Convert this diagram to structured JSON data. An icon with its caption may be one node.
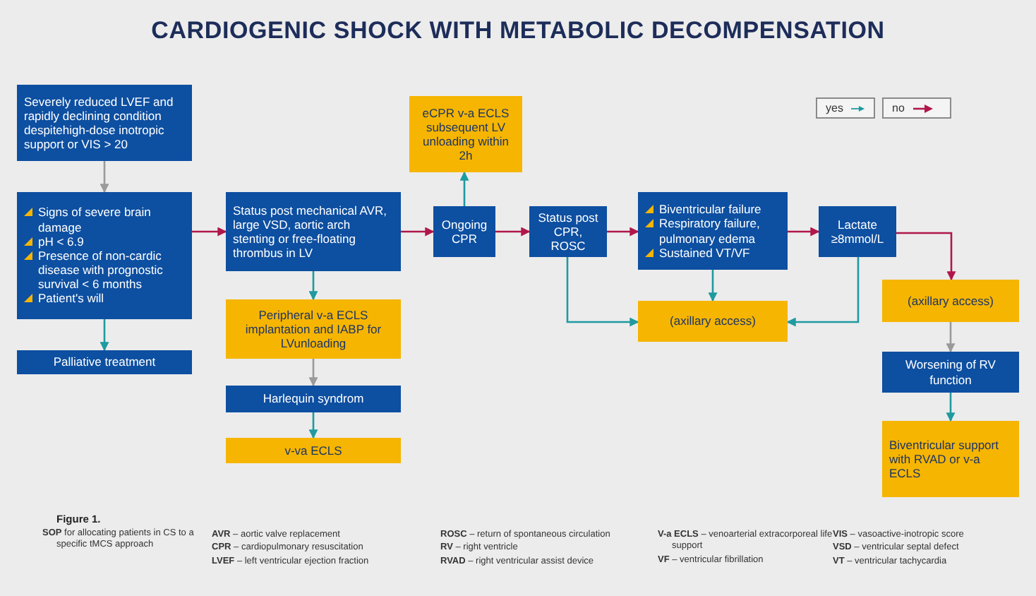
{
  "diagram": {
    "title": "CARDIOGENIC SHOCK WITH METABOLIC DECOMPENSATION",
    "nodes": [
      {
        "text": [
          "Severely reduced LVEF and rapidly declining condition despitehigh-dose inotropic support or VIS > 20"
        ]
      },
      {
        "text": [
          "Signs of severe brain damage",
          "pH < 6.9",
          "Presence of non-cardic disease with prognostic survival < 6 months",
          "Patient's will"
        ]
      },
      {
        "text": [
          "Palliative treatment"
        ]
      },
      {
        "text": [
          "Status post mechanical AVR, large VSD, aortic arch stenting or free-floating thrombus in LV"
        ]
      },
      {
        "text": [
          "Peripheral v-a ECLS implantation and IABP for LVunloading"
        ]
      },
      {
        "text": [
          "Harlequin syndrom"
        ]
      },
      {
        "text": [
          "v-va ECLS"
        ]
      },
      {
        "text": [
          "eCPR v-a ECLS subsequent LV unloading within 2h"
        ]
      },
      {
        "text": [
          "Ongoing CPR"
        ]
      },
      {
        "text": [
          "Status post CPR, ROSC"
        ]
      },
      {
        "text": [
          "Biventricular failure",
          "Respiratory failure, pulmonary edema",
          "Sustained VT/VF"
        ]
      },
      {
        "text": [
          "(axillary access)"
        ]
      },
      {
        "text": [
          "Lactate ≥8mmol/L"
        ]
      },
      {
        "text": [
          "(axillary access)"
        ]
      },
      {
        "text": [
          "Worsening of RV function"
        ]
      },
      {
        "text": [
          "Biventricular support with RVAD or v-a ECLS"
        ]
      }
    ],
    "edges": [
      {
        "from": 0,
        "to": 1,
        "arrow": "to",
        "color": "#9a9a9a"
      },
      {
        "from": 1,
        "to": 3,
        "arrow": "to",
        "color": "#b0174a"
      },
      {
        "from": 1,
        "to": 2,
        "arrow": "to"
      },
      {
        "from": 3,
        "to": 8,
        "arrow": "to",
        "color": "#b0174a"
      },
      {
        "from": 3,
        "to": 4,
        "arrow": "to"
      },
      {
        "from": 4,
        "to": 5,
        "arrow": "to",
        "color": "#9a9a9a"
      },
      {
        "from": 5,
        "to": 6,
        "arrow": "to"
      },
      {
        "from": 8,
        "to": 7,
        "arrow": "to"
      },
      {
        "from": 8,
        "to": 9,
        "arrow": "to",
        "color": "#b0174a"
      },
      {
        "from": 9,
        "to": 11,
        "arrow": "to"
      },
      {
        "from": 9,
        "to": 10,
        "arrow": "to",
        "color": "#b0174a"
      },
      {
        "from": 10,
        "to": 11,
        "arrow": "to"
      },
      {
        "from": 10,
        "to": 12,
        "arrow": "to",
        "color": "#b0174a"
      },
      {
        "from": 12,
        "to": 11,
        "arrow": "to"
      },
      {
        "from": 12,
        "to": 13,
        "arrow": "to",
        "color": "#b0174a"
      },
      {
        "from": 13,
        "to": 14,
        "arrow": "to",
        "color": "#9a9a9a"
      },
      {
        "from": 14,
        "to": 15,
        "arrow": "to"
      }
    ],
    "labels": [
      "Figure 1.",
      "**SOP** for allocating patients in CS to a specific tMCS approach",
      "**AVR** – aortic valve replacement",
      "**CPR** – cardiopulmonary resuscitation",
      "**LVEF** – left ventricular ejection fraction",
      "**ROSC** – return of spontaneous circulation",
      "**RV** – right ventricle",
      "**RVAD** – right ventricular assist device",
      "**V-a ECLS** – venoarterial extracorporeal life support",
      "**VF** – ventricular fibrillation",
      "**VIS** – vasoactive-inotropic score",
      "**VSD** – ventricular septal defect",
      "**VT** – ventricular tachycardia"
    ],
    "legend": [
      {
        "text": "yes"
      },
      {
        "text": "no"
      }
    ]
  }
}
